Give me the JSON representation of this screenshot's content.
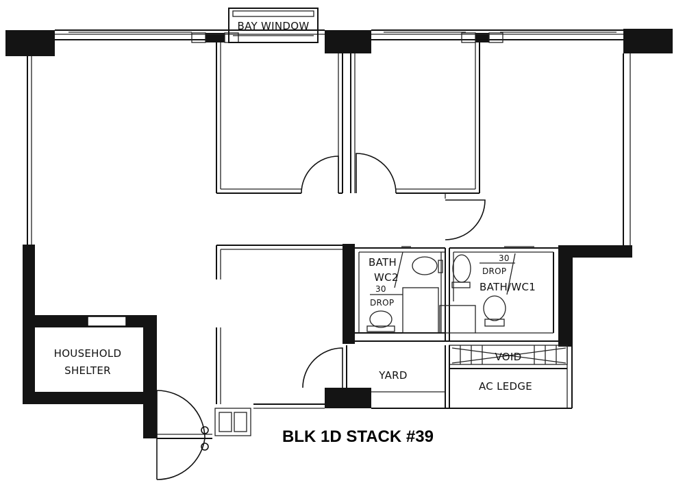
{
  "labels": {
    "bay_window": "BAY WINDOW",
    "bath_wc2_a": "BATH",
    "bath_wc2_b": "WC2",
    "drop_30_left_num": "30",
    "drop_left": "DROP",
    "drop_30_right_num": "30",
    "drop_right": "DROP",
    "bath_wc1": "BATH/WC1",
    "household": "HOUSEHOLD",
    "shelter": "SHELTER",
    "yard": "YARD",
    "void": "VOID",
    "ac_ledge": "AC LEDGE",
    "title": "BLK 1D STACK #39"
  },
  "colors": {
    "wall": "#111111",
    "background": "#ffffff"
  }
}
